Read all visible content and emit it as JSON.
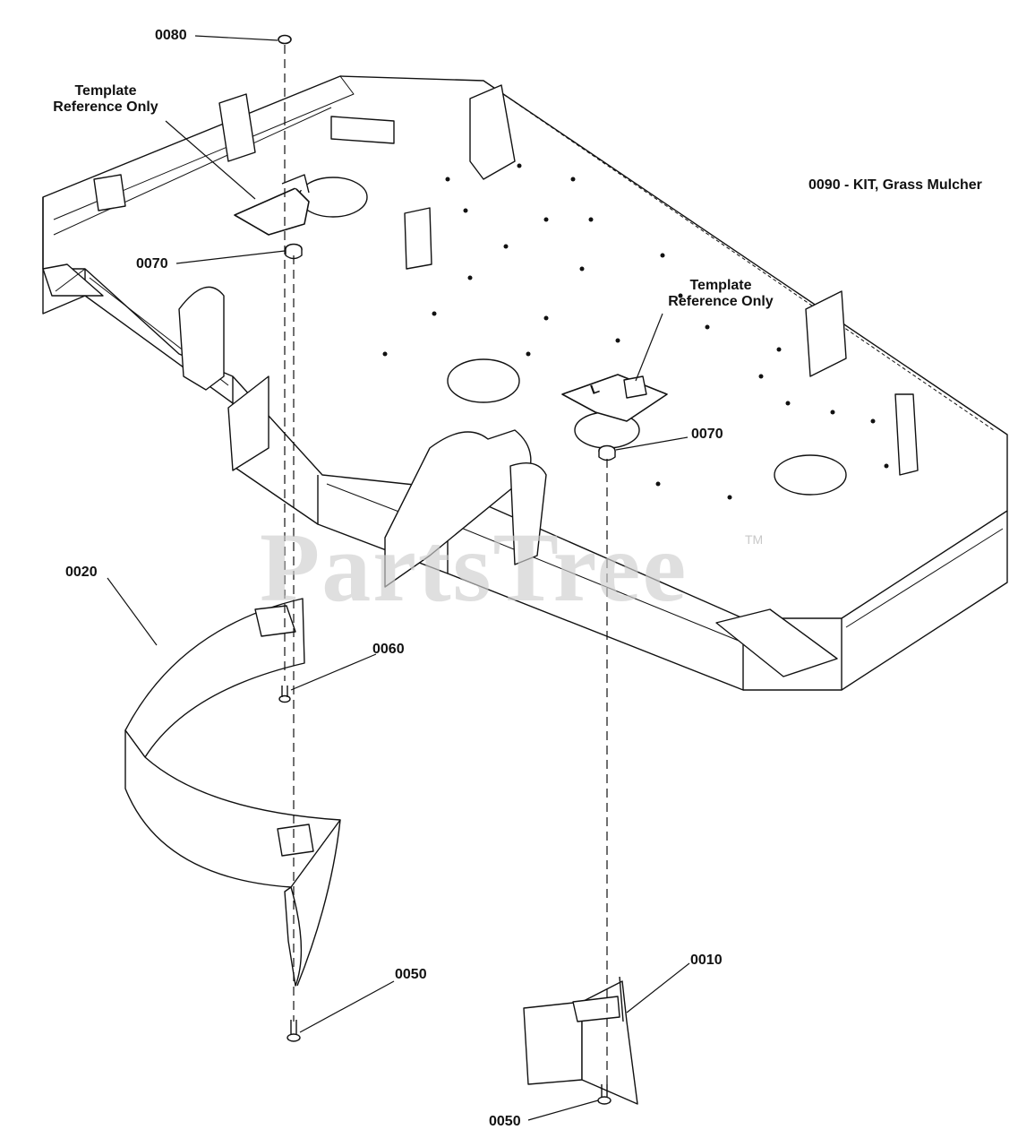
{
  "title": "0090 - KIT, Grass Mulcher",
  "callouts": {
    "c0080": "0080",
    "c0070_left": "0070",
    "c0070_right": "0070",
    "c0060": "0060",
    "c0020": "0020",
    "c0050_mid": "0050",
    "c0050_bottom": "0050",
    "c0010": "0010"
  },
  "template_left": {
    "line1": "Template",
    "line2": "Reference Only"
  },
  "template_right": {
    "line1": "Template",
    "line2": "Reference Only"
  },
  "template_tag": "L",
  "watermark": {
    "brand": "PartsTree",
    "tm": "TM"
  }
}
